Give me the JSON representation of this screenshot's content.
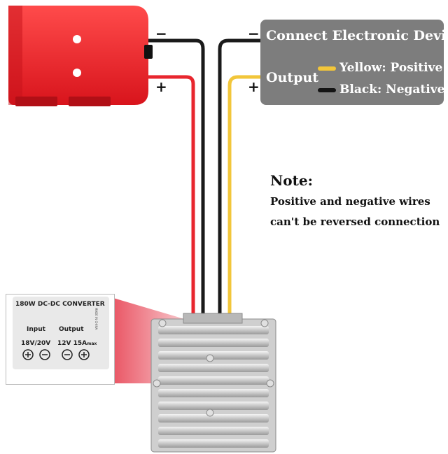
{
  "device_box": {
    "title": "Connect Electronic Device",
    "output_label": "Output",
    "yellow_text": "Yellow: Positive+",
    "black_text": "Black: Negative-"
  },
  "note": {
    "title": "Note:",
    "line1": "Positive and negative wires",
    "line2": "can't be reversed connection"
  },
  "polarity": {
    "minus": "−",
    "plus": "+"
  },
  "converter_label": {
    "title": "180W DC-DC CONVERTER",
    "input_header": "Input",
    "output_header": "Output",
    "input_spec": "18V/20V",
    "output_spec": "12V 15A",
    "output_spec_suffix": "max",
    "side_text": "MADE IN CHINA"
  },
  "colors": {
    "battery_red": "#ee1c25",
    "wire_red": "#e8262e",
    "wire_black": "#1a1a1a",
    "wire_yellow": "#f2c63a",
    "box_gray": "#7d7d7d",
    "aluminum": "#c9c9c9"
  }
}
